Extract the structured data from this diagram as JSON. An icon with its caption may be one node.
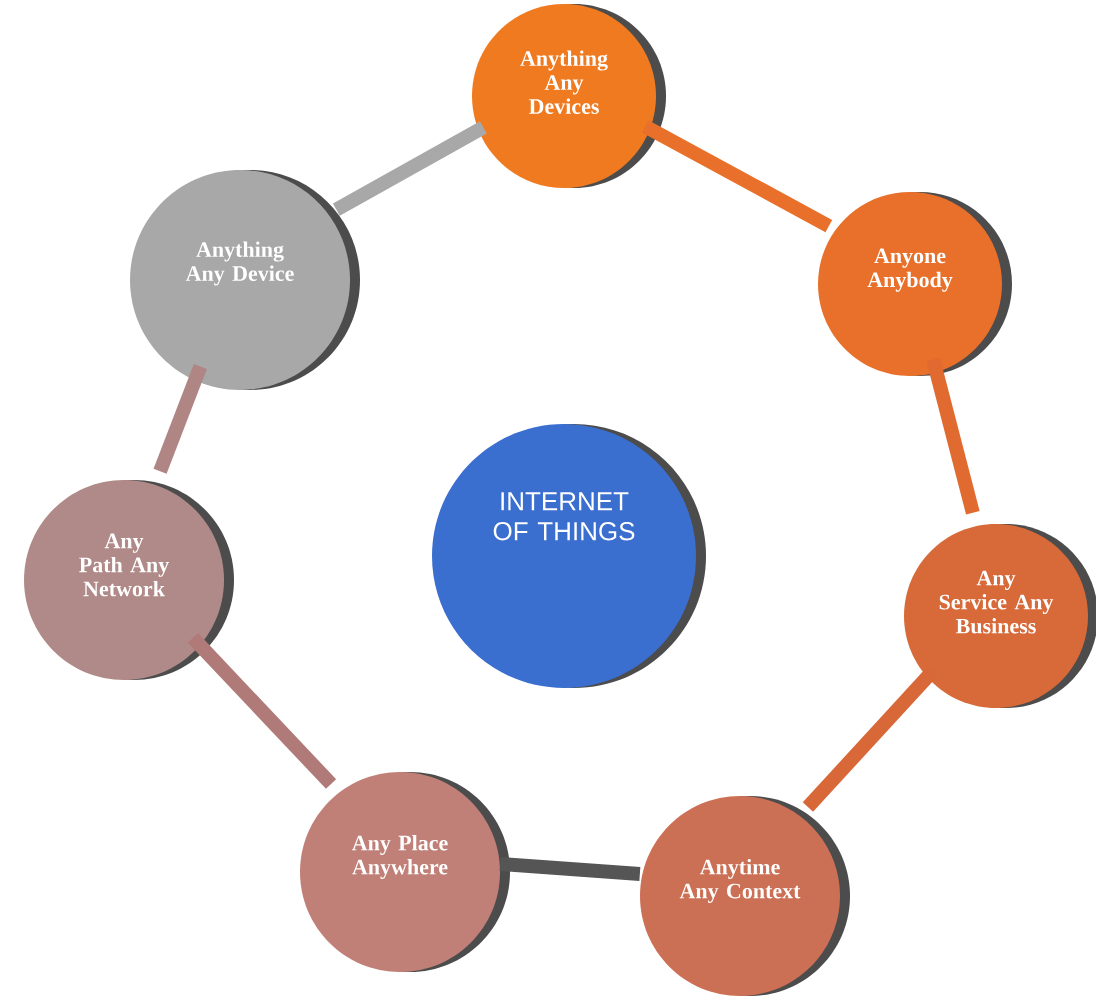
{
  "diagram": {
    "nodes": [
      {
        "text": [
          "INTERNET OF THINGS"
        ]
      },
      {
        "text": [
          "Anything Any Devices"
        ]
      },
      {
        "text": [
          "Anyone Anybody"
        ]
      },
      {
        "text": [
          "Any Service Any Business"
        ]
      },
      {
        "text": [
          "Anytime Any Context"
        ]
      },
      {
        "text": [
          "Any Place Anywhere"
        ]
      },
      {
        "text": [
          "Any Path Any Network"
        ]
      },
      {
        "text": [
          "Anything Any Device"
        ]
      }
    ],
    "edges": [
      {
        "from": 1,
        "to": 2,
        "arrow": "none",
        "color": "#e8702a"
      },
      {
        "from": 2,
        "to": 3,
        "arrow": "none",
        "color": "#e06a30"
      },
      {
        "from": 3,
        "to": 4,
        "arrow": "none",
        "color": "#d86838"
      },
      {
        "from": 4,
        "to": 5,
        "arrow": "none",
        "color": "#555555"
      },
      {
        "from": 5,
        "to": 6,
        "arrow": "none",
        "color": "#b07a78"
      },
      {
        "from": 6,
        "to": 7,
        "arrow": "none",
        "color": "#b08684"
      },
      {
        "from": 7,
        "to": 1,
        "arrow": "none",
        "color": "#a8a8a8"
      }
    ]
  }
}
